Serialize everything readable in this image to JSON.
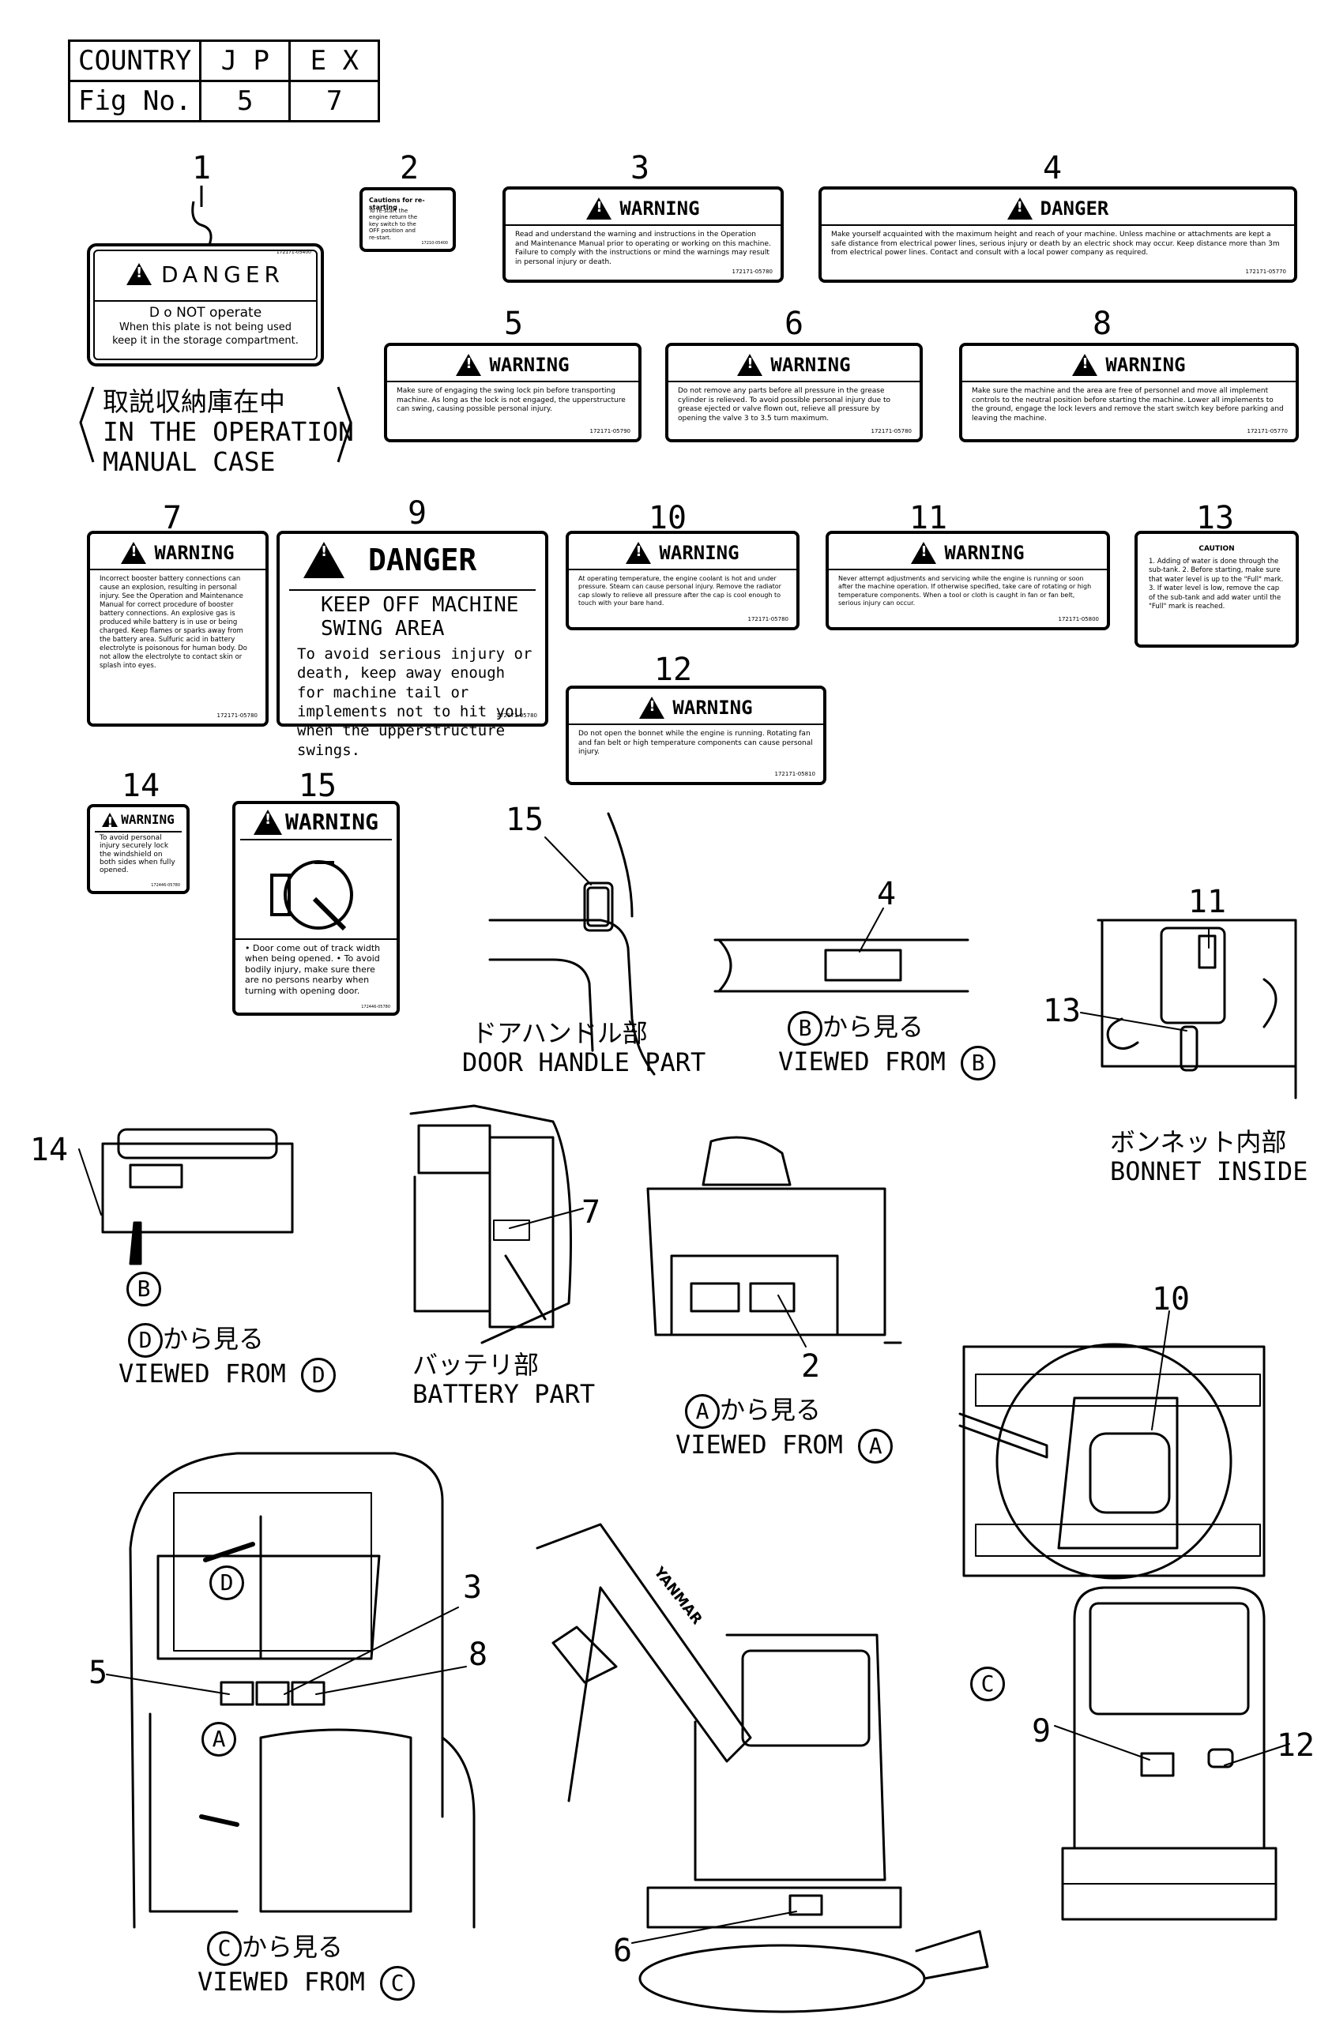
{
  "header": {
    "row1": [
      "COUNTRY",
      "J P",
      "E X"
    ],
    "row2": [
      "Fig No.",
      "5",
      "7"
    ]
  },
  "callout_numbers": [
    "1",
    "2",
    "3",
    "4",
    "5",
    "6",
    "7",
    "8",
    "9",
    "10",
    "11",
    "12",
    "13",
    "14",
    "15"
  ],
  "decal1": {
    "head": "DANGER",
    "line1": "D o NOT operate",
    "line2": "When this plate is not being used",
    "line3": "keep it in the storage compartment.",
    "code": "172171-05400"
  },
  "decal1_caption": {
    "line1": "取説収納庫在中",
    "line2": "IN THE OPERATION",
    "line3": "MANUAL CASE"
  },
  "decal2": {
    "head": "Cautions for re-starting",
    "body": "To re-start the engine return the key switch to the OFF position and re-start.",
    "code": "17210-05400"
  },
  "decal3": {
    "head": "WARNING",
    "body": "Read and understand the warning and instructions in the Operation and Maintenance Manual prior to operating or working on this machine. Failure to comply with the instructions or mind the warnings may result in personal injury or death.",
    "code": "172171-05780"
  },
  "decal4": {
    "head": "DANGER",
    "body": "Make yourself acquainted with the maximum height and reach of your machine. Unless machine or attachments are kept a safe distance from electrical power lines, serious injury or death by an electric shock may occur. Keep distance more than 3m from electrical power lines. Contact and consult with a local power company as required.",
    "code": "172171-05770"
  },
  "decal5": {
    "head": "WARNING",
    "body": "Make sure of engaging the swing lock pin before transporting machine. As long as the lock is not engaged, the upperstructure can swing, causing possible personal injury.",
    "code": "172171-05790"
  },
  "decal6": {
    "head": "WARNING",
    "body": "Do not remove any parts before all pressure in the grease cylinder is relieved. To avoid possible personal injury due to grease ejected or valve flown out, relieve all pressure by opening the valve 3 to 3.5 turn maximum.",
    "code": "172171-05780"
  },
  "decal8": {
    "head": "WARNING",
    "body": "Make sure the machine and the area are free of personnel and move all implement controls to the neutral position before starting the machine. Lower all implements to the ground, engage the lock levers and remove the start switch key before parking and leaving the machine.",
    "code": "172171-05770"
  },
  "decal7": {
    "head": "WARNING",
    "body": "Incorrect booster battery connections can cause an explosion, resulting in personal injury. See the Operation and Maintenance Manual for correct procedure of booster battery connections. An explosive gas is produced while battery is in use or being charged. Keep flames or sparks away from the battery area. Sulfuric acid in battery electrolyte is poisonous for human body. Do not allow the electrolyte to contact skin or splash into eyes.",
    "code": "172171-05780"
  },
  "decal9": {
    "head": "DANGER",
    "sub1": "KEEP OFF MACHINE",
    "sub2": "SWING AREA",
    "body": "To avoid serious injury or death, keep away enough for machine tail or implements not to hit you when the upperstructure swings.",
    "code": "172171-05780"
  },
  "decal10": {
    "head": "WARNING",
    "body": "At operating temperature, the engine coolant is hot and under pressure. Steam can cause personal injury. Remove the radiator cap slowly to relieve all pressure after the cap is cool enough to touch with your bare hand.",
    "code": "172171-05780"
  },
  "decal11": {
    "head": "WARNING",
    "body": "Never attempt adjustments and servicing while the engine is running or soon after the machine operation. If otherwise specified, take care of rotating or high temperature components. When a tool or cloth is caught in fan or fan belt, serious injury can occur.",
    "code": "172171-05800"
  },
  "decal13": {
    "head": "CAUTION",
    "body": "1. Adding of water is done through the sub-tank. 2. Before starting, make sure that water level is up to the \"Full\" mark. 3. If water level is low, remove the cap of the sub-tank and add water until the \"Full\" mark is reached."
  },
  "decal12": {
    "head": "WARNING",
    "body": "Do not open the bonnet while the engine is running. Rotating fan and fan belt or high temperature components can cause personal injury.",
    "code": "172171-05810"
  },
  "decal14": {
    "head": "WARNING",
    "body": "To avoid personal injury securely lock the windshield on both sides when fully opened.",
    "code": "172446-05780"
  },
  "decal15": {
    "head": "WARNING",
    "body": "• Door come out of track width when being opened. • To avoid bodily injury, make sure there are no persons nearby when turning with opening door.",
    "code": "172446-05780"
  },
  "captions": {
    "door_jp": "ドアハンドル部",
    "door_en": "DOOR HANDLE PART",
    "b_jp": "から見る",
    "b_en": "VIEWED FROM",
    "bonnet_jp": "ボンネット内部",
    "bonnet_en": "BONNET INSIDE",
    "d_jp": "から見る",
    "d_en": "VIEWED FROM",
    "battery_jp": "バッテリ部",
    "battery_en": "BATTERY PART",
    "a_jp": "から見る",
    "a_en": "VIEWED FROM",
    "c_jp": "から見る",
    "c_en": "VIEWED FROM"
  },
  "view_letters": {
    "a": "A",
    "b": "B",
    "c": "C",
    "d": "D"
  },
  "brand_text": "YANMAR"
}
